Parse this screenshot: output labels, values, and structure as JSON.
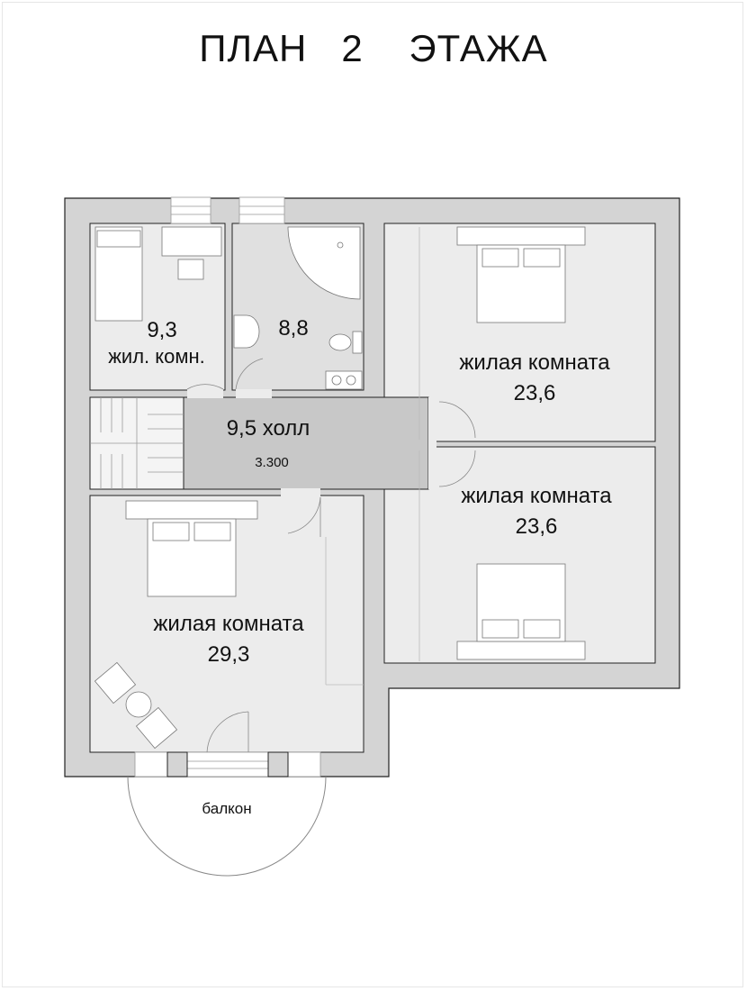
{
  "title": "ПЛАН   2    ЭТАЖА",
  "rooms": [
    {
      "id": "small-room",
      "area": "9,3",
      "name": "жил. комн."
    },
    {
      "id": "bathroom",
      "area": "8,8"
    },
    {
      "id": "hall",
      "label": "9,5 холл",
      "elevation": "3.300"
    },
    {
      "id": "bedroom-ne",
      "name": "жилая комната",
      "area": "23,6"
    },
    {
      "id": "bedroom-e",
      "name": "жилая комната",
      "area": "23,6"
    },
    {
      "id": "living-sw",
      "name": "жилая комната",
      "area": "29,3"
    },
    {
      "id": "balcony",
      "name": "балкон"
    }
  ],
  "colors": {
    "wall": "#d4d4d4",
    "floor": "#ececec",
    "hall": "#c8c8c8",
    "wet": "#e0e0e0",
    "line": "#222222"
  }
}
